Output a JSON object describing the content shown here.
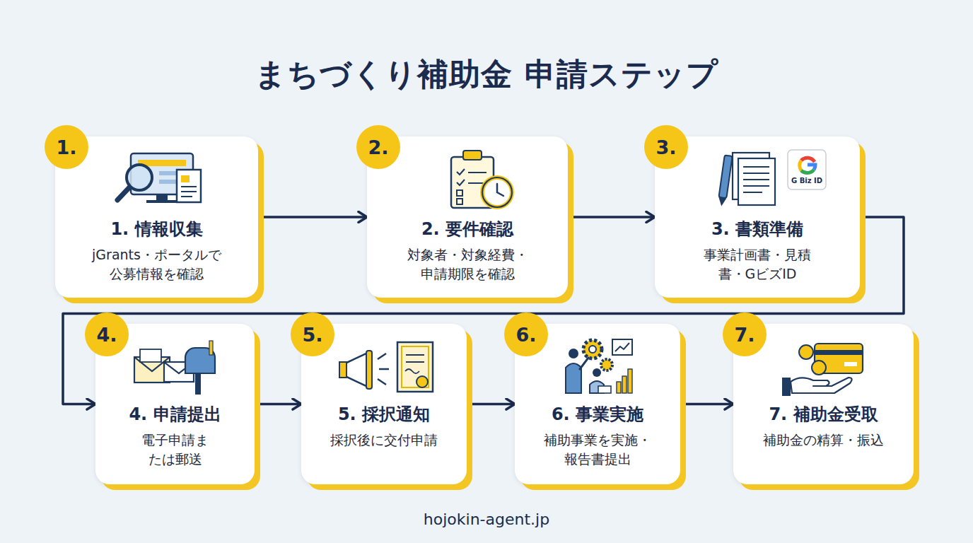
{
  "diagram": {
    "title": "まちづくり補助金 申請ステップ",
    "nodes": [
      {
        "text": [
          "1. 情報収集",
          "jGrants・ポータルで 公募情報を確認"
        ]
      },
      {
        "text": [
          "1."
        ],
        "in": 0
      },
      {
        "text": [
          "2. 要件確認",
          "対象者・対象経費・ 申請期限を確認"
        ]
      },
      {
        "text": [
          "2."
        ],
        "in": 2
      },
      {
        "text": [
          "3. 書類準備",
          "事業計画書・見積 書・GビズID"
        ]
      },
      {
        "text": [
          "3."
        ],
        "in": 4
      },
      {
        "text": [
          "4. 申請提出",
          "電子申請ま たは郵送"
        ]
      },
      {
        "text": [
          "4."
        ],
        "in": 6
      },
      {
        "text": [
          "5. 採択通知",
          "採択後に交付申請"
        ]
      },
      {
        "text": [
          "5."
        ],
        "in": 8
      },
      {
        "text": [
          "6. 事業実施",
          "補助事業を実施・ 報告書提出"
        ]
      },
      {
        "text": [
          "6."
        ],
        "in": 10
      },
      {
        "text": [
          "7. 補助金受取",
          "補助金の精算・振込"
        ]
      },
      {
        "text": [
          "7."
        ],
        "in": 12
      }
    ],
    "edges": [
      {
        "from": 0,
        "to": 2,
        "arrow": "to"
      },
      {
        "from": 2,
        "to": 4,
        "arrow": "to"
      },
      {
        "from": 4,
        "to": 6,
        "arrow": "to"
      },
      {
        "from": 6,
        "to": 8,
        "arrow": "to"
      },
      {
        "from": 8,
        "to": 10,
        "arrow": "to"
      },
      {
        "from": 10,
        "to": 12,
        "arrow": "to"
      }
    ],
    "labels": [
      "G Biz ID",
      "hojokin-agent.jp"
    ]
  }
}
